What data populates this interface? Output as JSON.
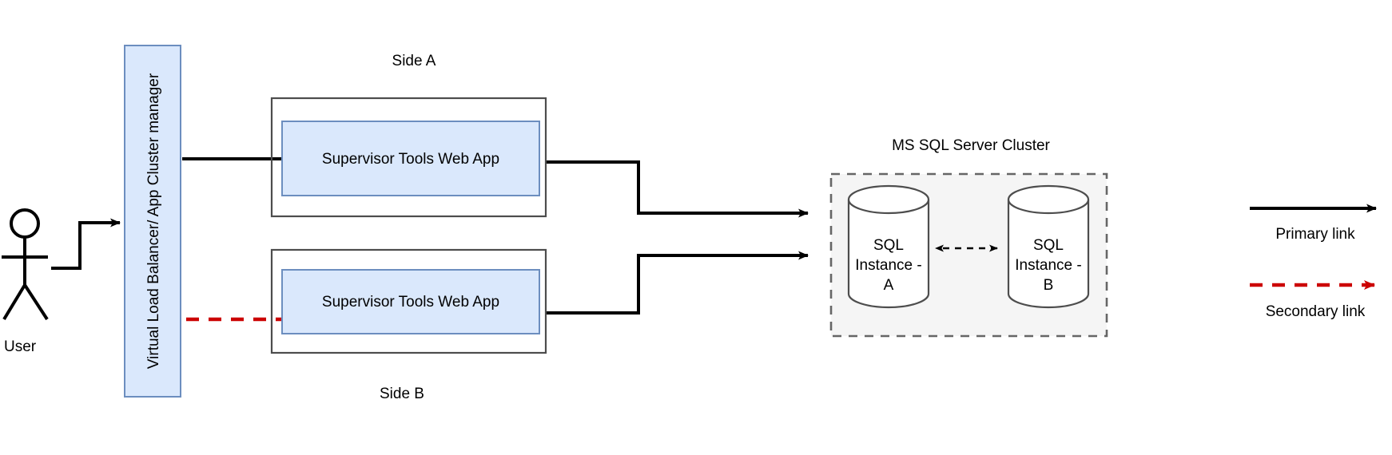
{
  "diagram": {
    "title_not_shown": "",
    "actor": {
      "label": "User",
      "icon": "stick-figure-actor-icon"
    },
    "load_balancer": {
      "label": "Virtual Load Balancer/ App Cluster manager",
      "fill": "#dae8fc",
      "stroke": "#6c8ebf"
    },
    "sides": [
      {
        "name": "Side A",
        "app_label": "Supervisor Tools Web App",
        "link_type": "primary"
      },
      {
        "name": "Side B",
        "app_label": "Supervisor Tools Web App",
        "link_type": "secondary"
      }
    ],
    "cluster": {
      "title": "MS SQL Server Cluster",
      "fill": "#f5f5f5",
      "stroke": "#666666",
      "instances": [
        {
          "line1": "SQL",
          "line2": "Instance -",
          "line3": "A"
        },
        {
          "line1": "SQL",
          "line2": "Instance -",
          "line3": "B"
        }
      ],
      "replication": "bidirectional-dashed"
    },
    "legend": {
      "items": [
        {
          "label": "Primary link",
          "color": "#000000",
          "style": "solid"
        },
        {
          "label": "Secondary link",
          "color": "#cc0000",
          "style": "dashed"
        }
      ]
    }
  }
}
